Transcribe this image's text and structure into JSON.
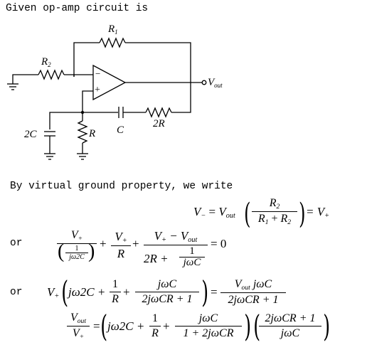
{
  "intro": "Given op-amp circuit is",
  "circuit": {
    "r1": "R",
    "r1_sub": "1",
    "r2": "R",
    "r2_sub": "2",
    "vout": "V",
    "vout_sub": "out",
    "minus": "−",
    "plus": "+",
    "two_c": "2C",
    "r": "R",
    "c": "C",
    "two_r": "2R"
  },
  "text": {
    "virtual_ground": "By virtual ground property, we write",
    "or1": "or",
    "or2": "or"
  },
  "eq1": {
    "lhs": "V",
    "lhs_sub": "−",
    "eq": " = ",
    "vout": "V",
    "vout_sub": "out",
    "num": "R",
    "num_sub": "2",
    "den_a": "R",
    "den_a_sub": "1",
    "den_plus": " + ",
    "den_b": "R",
    "den_b_sub": "2",
    "rhs": "= V",
    "rhs_sub": "+"
  },
  "eq2": {
    "t1_num": "V",
    "t1_num_sub": "+",
    "t1_den_num": "1",
    "t1_den_den": "jω2C",
    "plus1": "+",
    "t2_num": "V",
    "t2_num_sub": "+",
    "t2_den": "R",
    "plus2": "+",
    "t3_num": "V",
    "t3_num_sub": "+",
    "t3_num_mid": " − V",
    "t3_num_sub2": "out",
    "t3_den_a": "2R +",
    "t3_den_num": "1",
    "t3_den_den": "jωC",
    "rhs": "= 0"
  },
  "eq3": {
    "lhs": "V",
    "lhs_sub": "+",
    "a": "jω2C +",
    "b_num": "1",
    "b_den": "R",
    "plus": "+",
    "c_num": "jωC",
    "c_den": "2jωCR + 1",
    "eq": "=",
    "r_num": "V",
    "r_num_sub": "out",
    "r_num_b": " jωC",
    "r_den": "2jωCR + 1"
  },
  "eq4": {
    "l_num": "V",
    "l_num_sub": "out",
    "l_den": "V",
    "l_den_sub": "+",
    "eq": "=",
    "a": "jω2C +",
    "b_num": "1",
    "b_den": "R",
    "plus": "+",
    "c_num": "jωC",
    "c_den": "1 + 2jωCR",
    "d_num": "2jωCR + 1",
    "d_den": "jωC"
  }
}
